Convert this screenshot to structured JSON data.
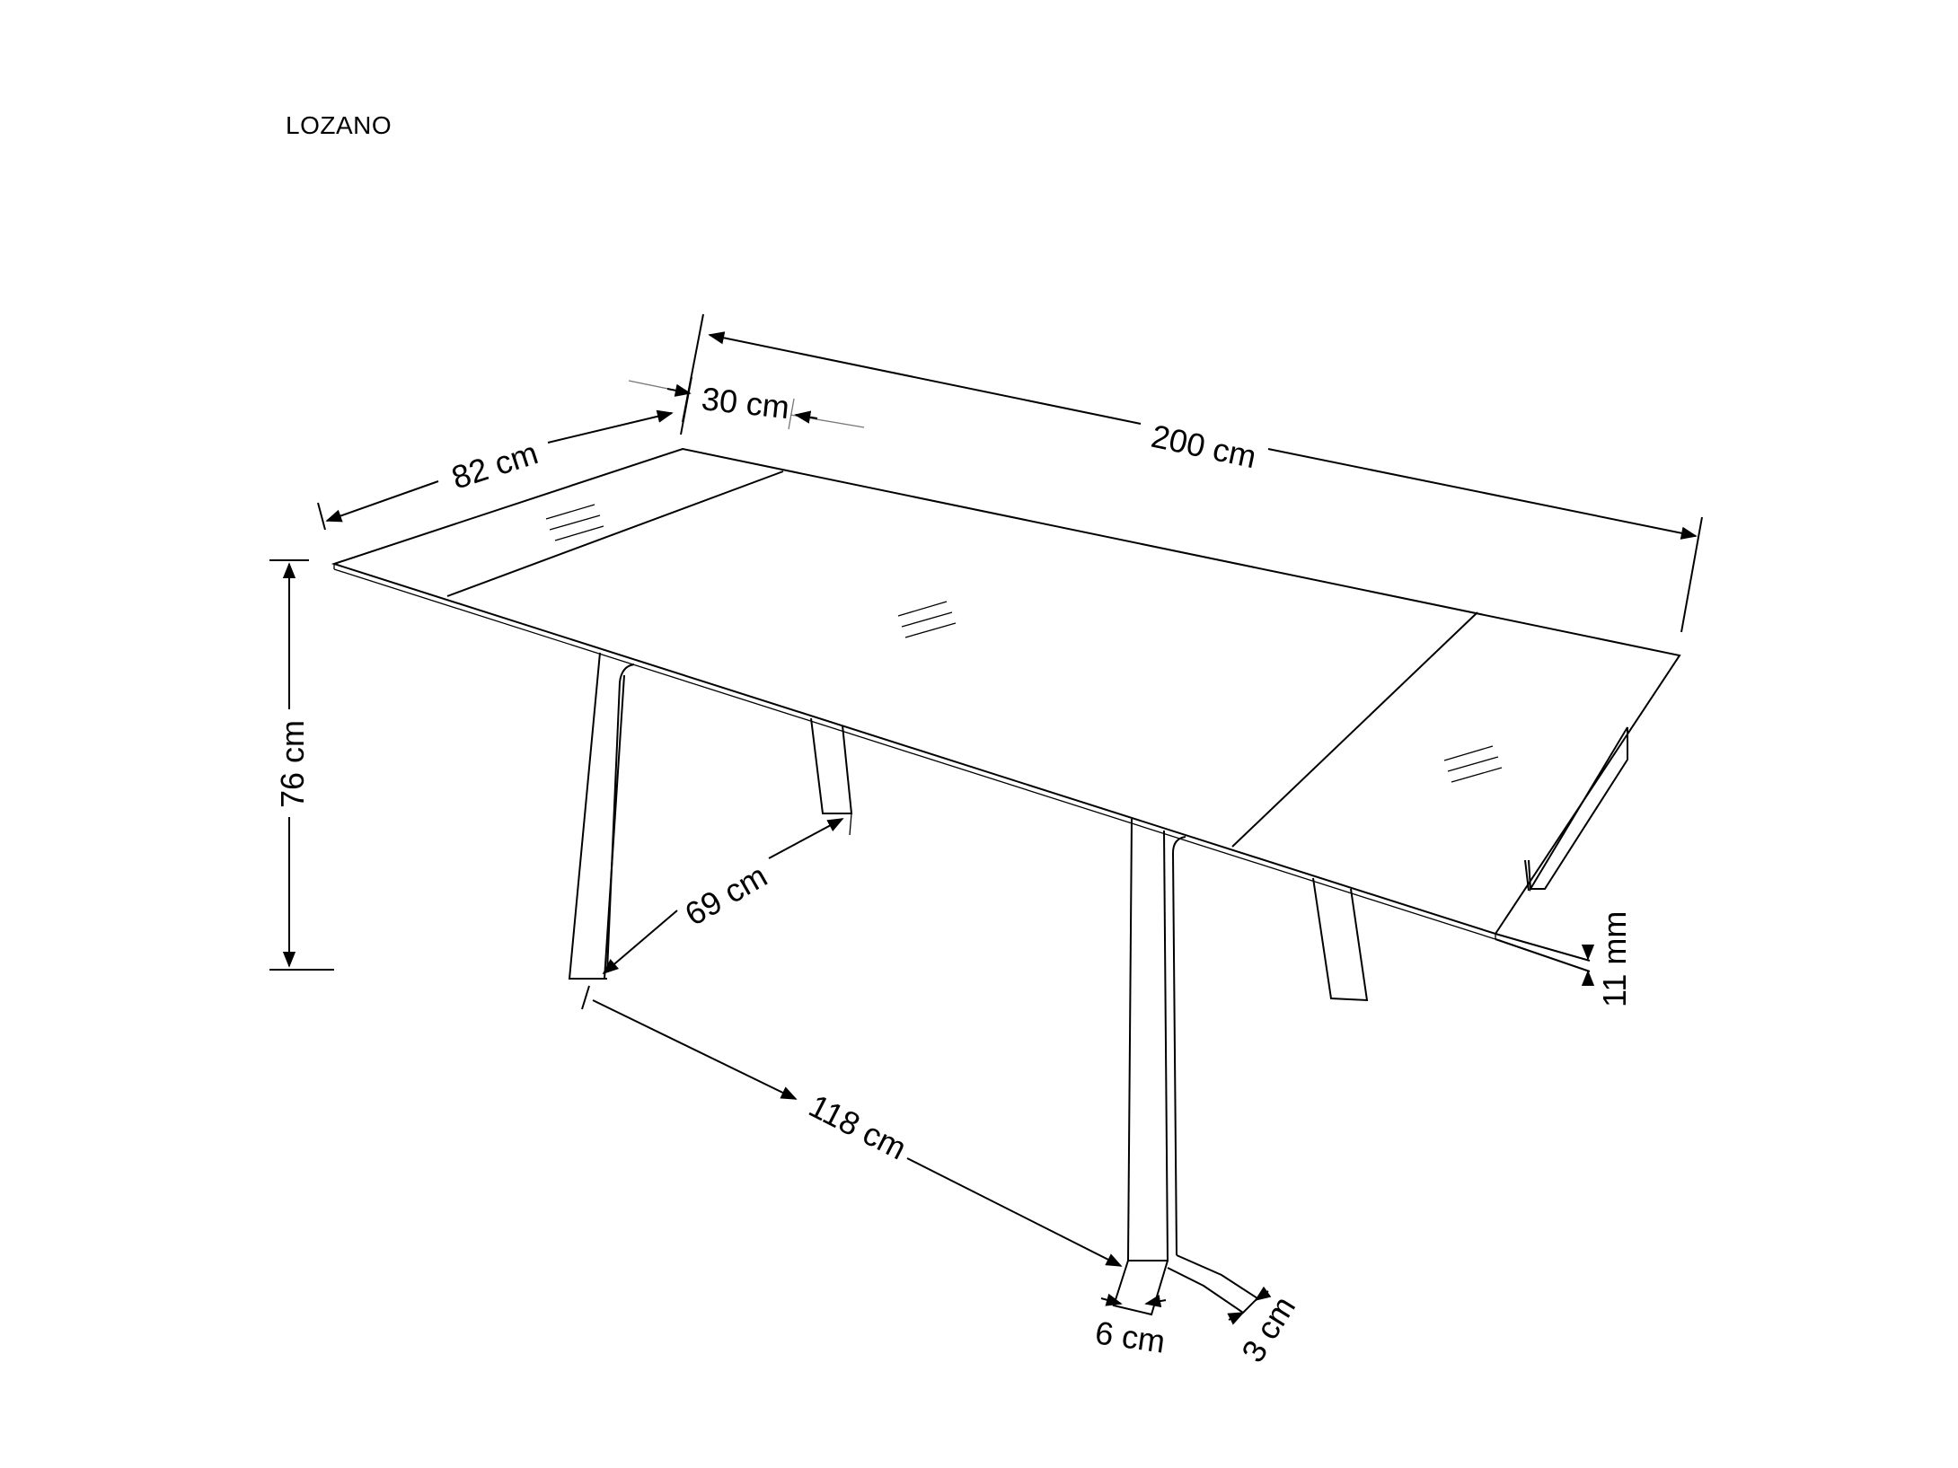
{
  "title": "LOZANO",
  "dimensions": {
    "length": "200 cm",
    "extension": "30 cm",
    "width": "82 cm",
    "height": "76 cm",
    "leg_span": "69 cm",
    "leg_distance": "118 cm",
    "leg_width": "6 cm",
    "foot_width": "3 cm",
    "glass_thickness": "11 mm"
  }
}
